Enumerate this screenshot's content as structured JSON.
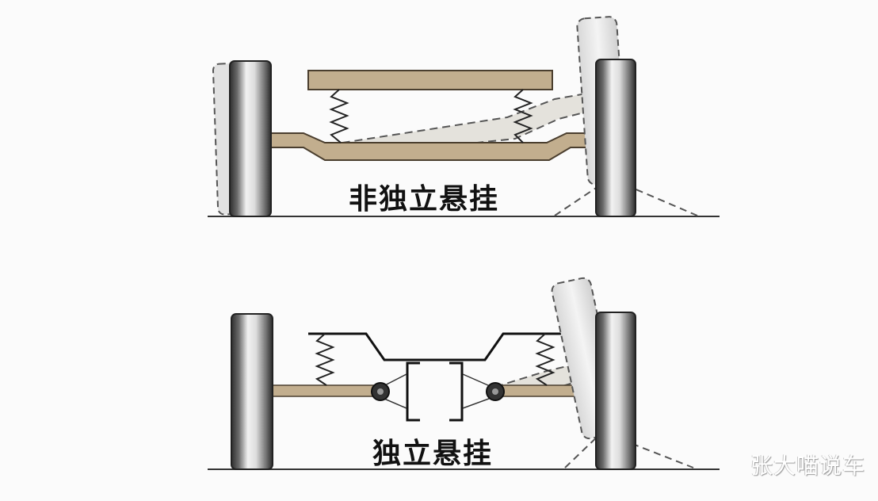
{
  "diagram": {
    "panels": [
      {
        "id": "dependent",
        "label": "非独立悬挂",
        "components": [
          "left-wheel",
          "right-wheel",
          "body-plate",
          "left-spring",
          "right-spring",
          "solid-axle",
          "tilted-wheel-ghost",
          "tilted-axle-ghost"
        ]
      },
      {
        "id": "independent",
        "label": "独立悬挂",
        "components": [
          "left-wheel",
          "right-wheel",
          "chassis-frame",
          "left-spring",
          "right-spring",
          "left-control-arm",
          "right-control-arm",
          "left-pivot",
          "right-pivot",
          "tilted-wheel-ghost",
          "tilted-arm-ghost"
        ]
      }
    ],
    "colors": {
      "axle": "#c2ae8e",
      "axle_outline": "#4a3e2e",
      "wheel_light": "#e6e6e6",
      "wheel_dark": "#3a3a3a",
      "frame": "#111111",
      "ground": "#333333",
      "background": "#fbfbfb"
    }
  },
  "watermark": "张大喵说车"
}
